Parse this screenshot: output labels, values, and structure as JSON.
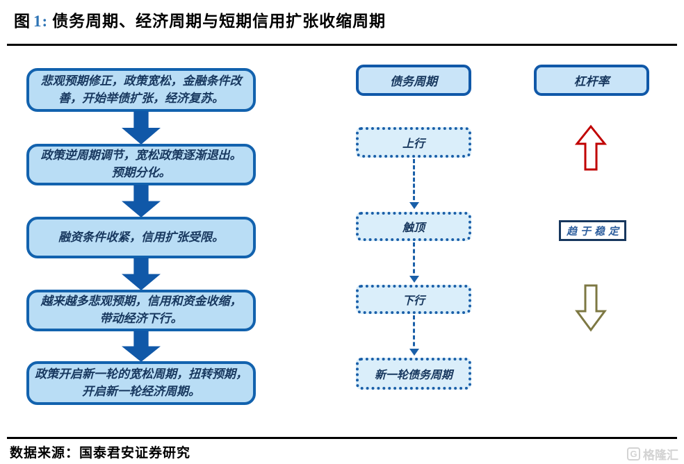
{
  "figure": {
    "label": "图",
    "number": "1:",
    "title": "债务周期、经济周期与短期信用扩张收缩周期"
  },
  "flow_steps": [
    {
      "text": "悲观预期修正，政策宽松，金融条件改\n善，开始举债扩张，经济复苏。"
    },
    {
      "text": "政策逆周期调节，宽松政策逐渐退出。\n预期分化。"
    },
    {
      "text": "融资条件收紧，信用扩张受限。"
    },
    {
      "text": "越来越多悲观预期，信用和资金收缩，\n带动经济下行。"
    },
    {
      "text": "政策开启新一轮的宽松周期，扭转预期，\n开启新一轮经济周期。"
    }
  ],
  "debt_cycle": {
    "header": "债务周期",
    "stages": [
      "上行",
      "触顶",
      "下行",
      "新一轮债务周期"
    ]
  },
  "leverage": {
    "header": "杠杆率",
    "stable_label": "趋于稳定"
  },
  "footer": {
    "source": "数据来源：国泰君安证券研究",
    "logo_letter": "G",
    "logo_text": "格隆汇"
  },
  "colors": {
    "box_border_blue": "#1262ae",
    "box_fill_blue": "#b9ddf5",
    "header_fill_blue": "#c9e4f8",
    "dotted_fill_blue": "#daeefa",
    "arrow_blue": "#1058a8",
    "figure_number_blue": "#2e74b5",
    "up_arrow_red": "#c00000",
    "down_arrow_olive": "#7d7843",
    "stable_text_blue": "#2e5f9e",
    "logo_gray": "#d3d3d3"
  }
}
